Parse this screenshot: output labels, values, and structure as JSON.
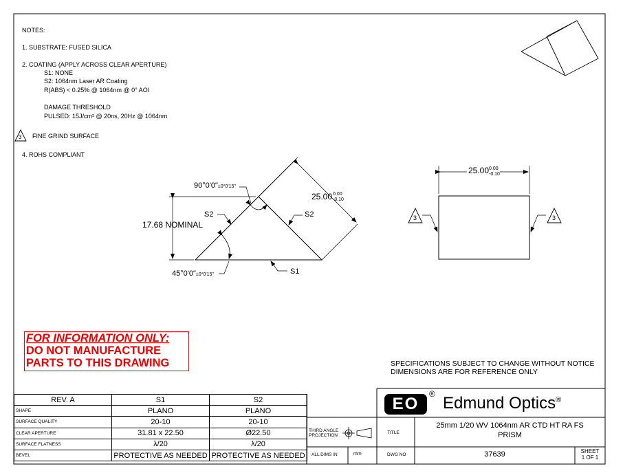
{
  "notes": {
    "heading": "NOTES:",
    "item1": "1.   SUBSTRATE: FUSED SILICA",
    "item2": "2.   COATING (APPLY ACROSS CLEAR APERTURE)",
    "item2_s1": "S1: NONE",
    "item2_s2": "S2: 1064nm Laser AR Coating",
    "item2_r": "R(ABS) < 0.25% @ 1064nm @ 0° AOI",
    "item2_dt": "DAMAGE THRESHOLD",
    "item2_pulsed": "PULSED: 15J/cm² @ 20ns, 20Hz @ 1064nm",
    "item3_marker": "3",
    "item3": "FINE GRIND SURFACE",
    "item4": "4.   ROHS COMPLIANT"
  },
  "drawing": {
    "angle_top": "90°0'0\"",
    "angle_top_tol": "±0°0'15\"",
    "angle_bottom": "45°0'0\"",
    "angle_bottom_tol": "±0°0'15\"",
    "s2_left": "S2",
    "s2_right": "S2",
    "s1": "S1",
    "height": "17.68 NOMINAL",
    "hyp_dim": "25.00",
    "tol_plus": "0.00",
    "tol_minus": "-0.10",
    "width_dim": "25.00",
    "surface_marker": "3"
  },
  "warning": {
    "line1": "FOR INFORMATION ONLY:",
    "line2": "DO NOT MANUFACTURE",
    "line3": "PARTS TO THIS DRAWING"
  },
  "spec": {
    "line1": "SPECIFICATIONS SUBJECT TO CHANGE WITHOUT NOTICE",
    "line2": "DIMENSIONS ARE FOR REFERENCE ONLY"
  },
  "rev_table": {
    "header": [
      "REV. A",
      "S1",
      "S2"
    ],
    "rows": [
      {
        "label": "SHAPE",
        "s1": "PLANO",
        "s2": "PLANO"
      },
      {
        "label": "SURFACE QUALITY",
        "s1": "20-10",
        "s2": "20-10"
      },
      {
        "label": "CLEAR APERTURE",
        "s1": "31.81 x 22.50",
        "s2": "Ø22.50"
      },
      {
        "label": "SURFACE FLATNESS",
        "s1": "λ/20",
        "s2": "λ/20"
      },
      {
        "label": "BEVEL",
        "s1": "PROTECTIVE AS NEEDED",
        "s2": "PROTECTIVE AS NEEDED"
      }
    ]
  },
  "title_block": {
    "logo_text": "EO",
    "registered": "®",
    "company": "Edmund Optics",
    "projection_label_1": "THIRD ANGLE",
    "projection_label_2": "PROJECTION",
    "title_label": "TITLE",
    "title_line1": "25mm 1/20 WV 1064nm AR CTD HT RA FS",
    "title_line2": "PRISM",
    "dims_label": "ALL DIMS IN",
    "dims_unit": "mm",
    "dwg_label": "DWG NO",
    "dwg_no": "37639",
    "sheet_label": "SHEET",
    "sheet_value": "1 OF 1"
  }
}
